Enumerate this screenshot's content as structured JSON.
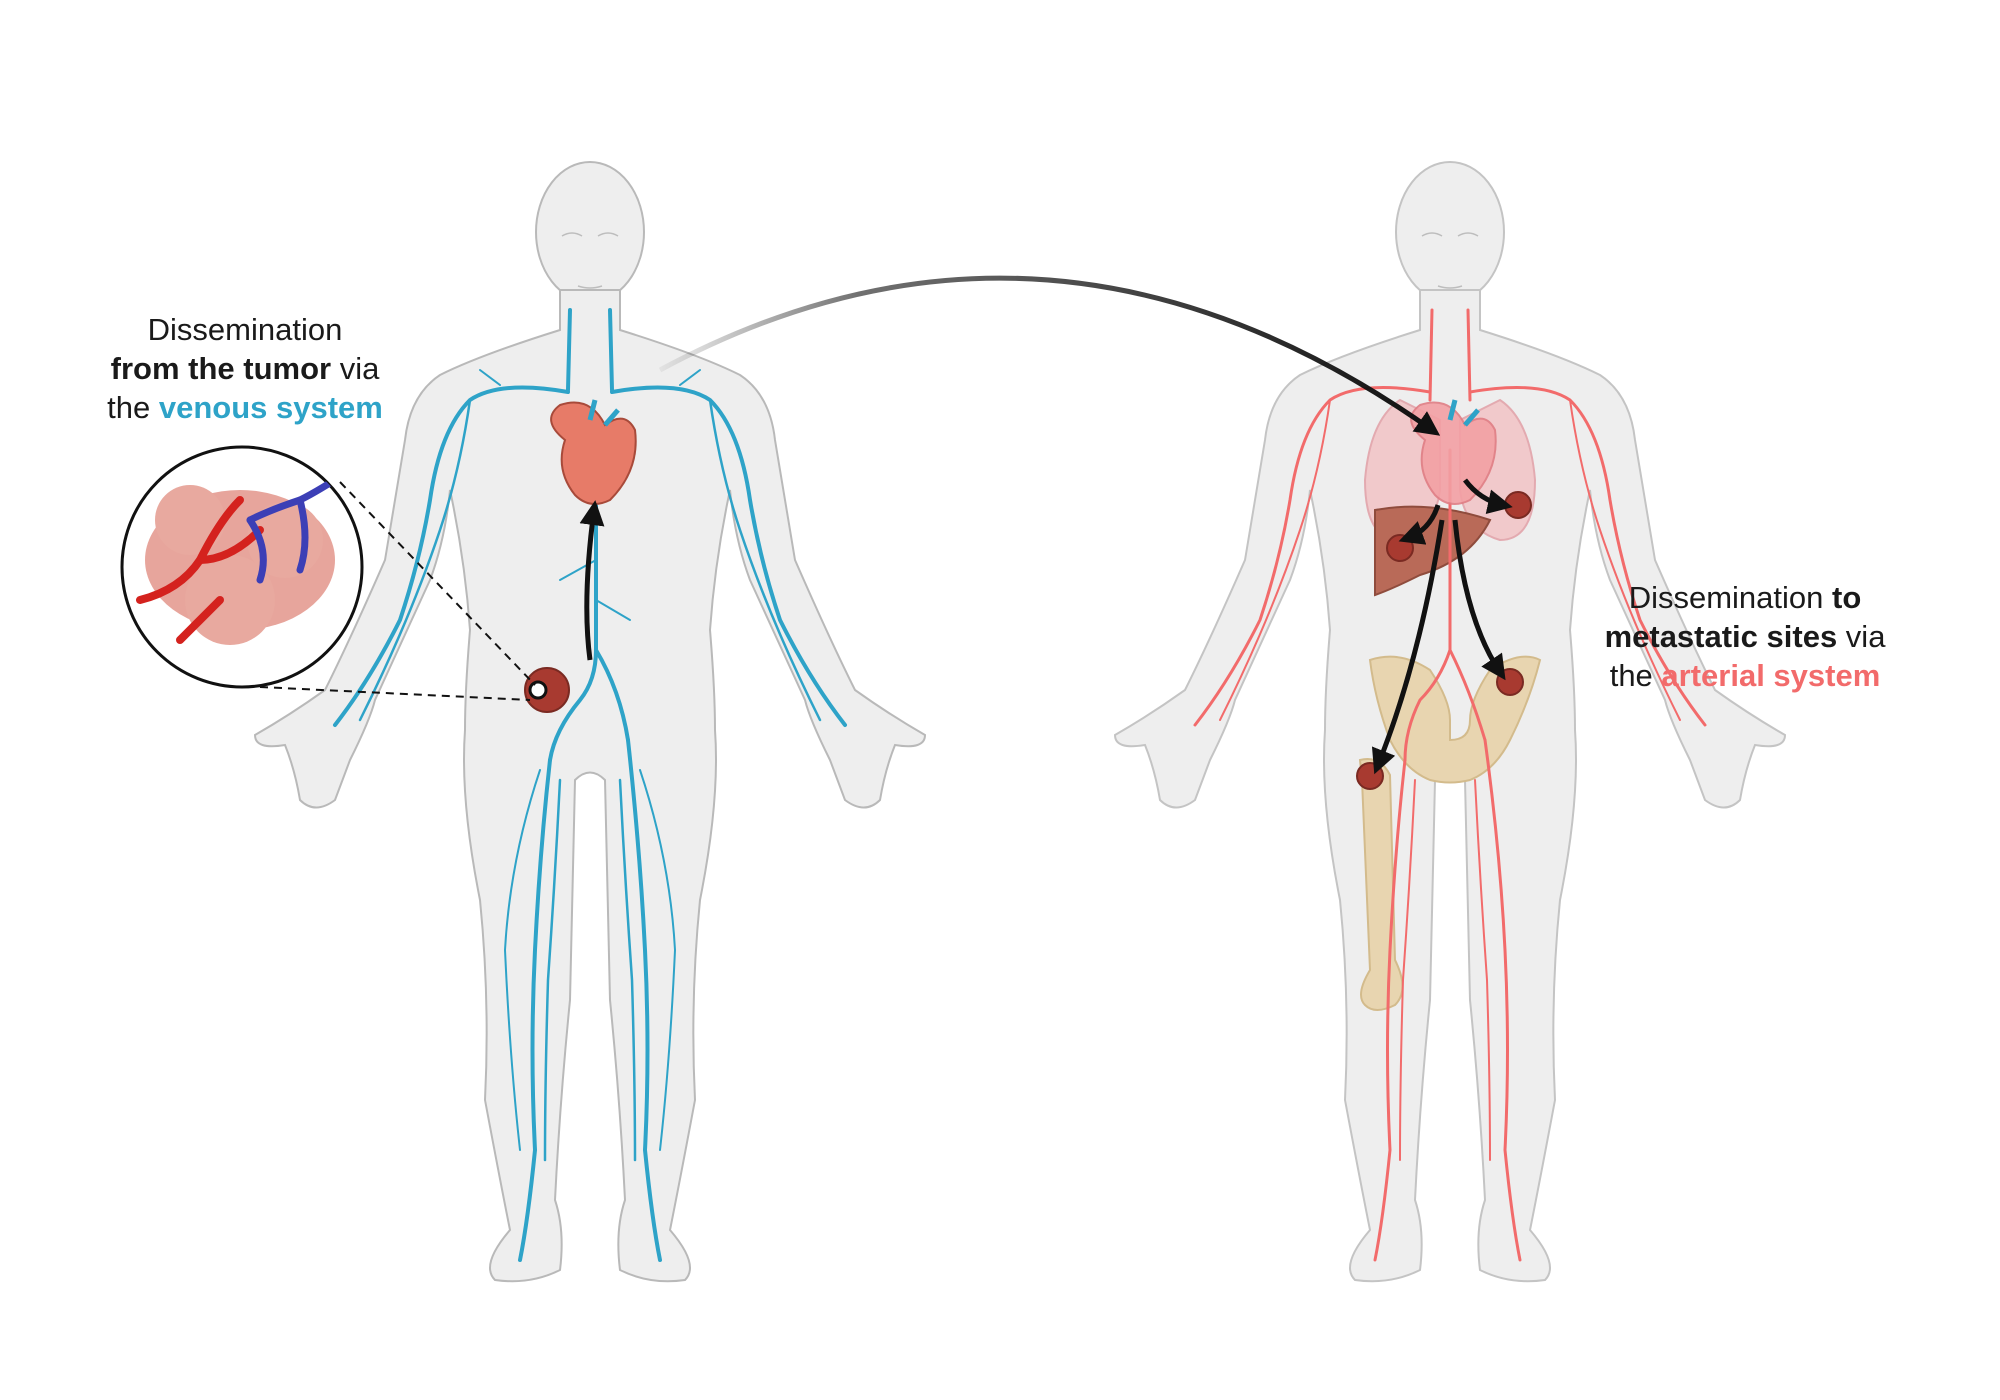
{
  "left_caption": {
    "line1": "Dissemination",
    "line2_bold": "from the tumor",
    "line2_rest": " via",
    "line3_pre": "the ",
    "line3_colored": "venous system"
  },
  "right_caption": {
    "line1_pre": "Dissemination ",
    "line1_bold": "to",
    "line2_bold": "metastatic sites",
    "line2_rest": " via",
    "line3_pre": "the ",
    "line3_colored": "arterial system"
  },
  "colors": {
    "venous": "#2ea3c8",
    "arterial": "#f26b6b",
    "body_fill": "#eeeeee",
    "body_stroke": "#b9b9b9",
    "tumor": "#a83a30",
    "bone": "#e8d5b0",
    "liver": "#b96a58",
    "lung": "#f1c9cb",
    "arrow": "#111111"
  },
  "icons": [
    "human-body-left",
    "human-body-right",
    "heart-icon",
    "tumor-icon",
    "liver-icon",
    "lung-icon",
    "pelvis-bone-icon",
    "femur-bone-icon",
    "magnified-tumor-vessels-icon"
  ]
}
